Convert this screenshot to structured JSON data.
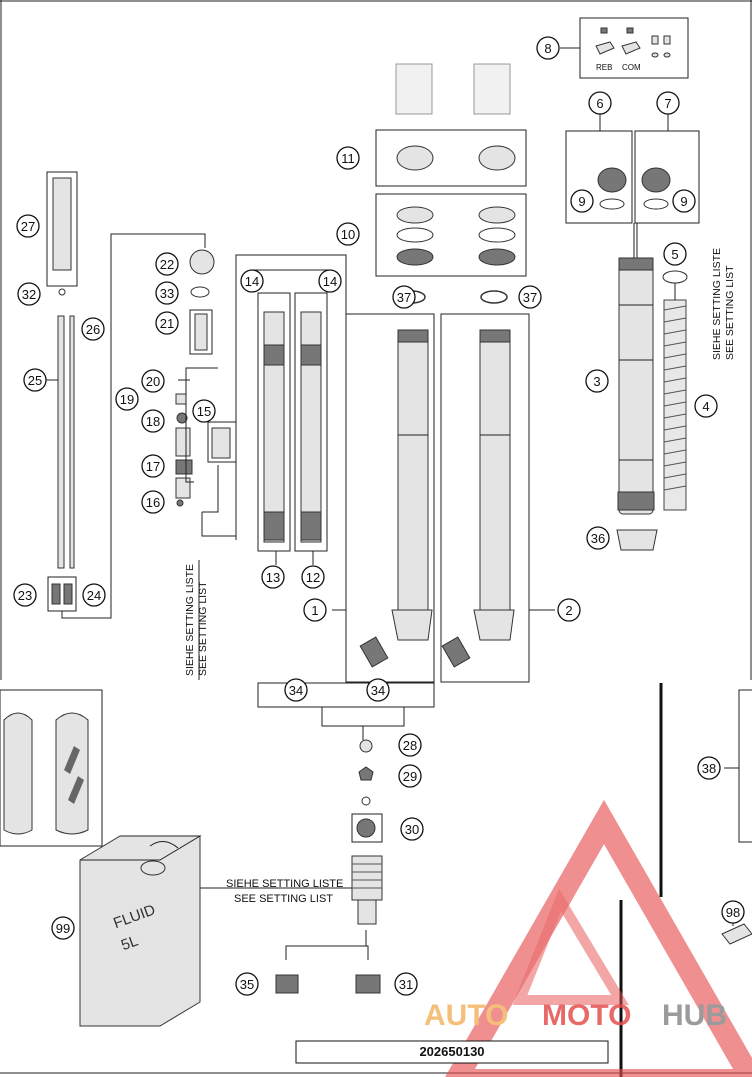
{
  "callouts": [
    {
      "label": "1"
    },
    {
      "label": "2"
    },
    {
      "label": "3"
    },
    {
      "label": "4"
    },
    {
      "label": "5"
    },
    {
      "label": "6"
    },
    {
      "label": "7"
    },
    {
      "label": "8"
    },
    {
      "label": "9"
    },
    {
      "label": "9"
    },
    {
      "label": "10"
    },
    {
      "label": "11"
    },
    {
      "label": "12"
    },
    {
      "label": "13"
    },
    {
      "label": "14"
    },
    {
      "label": "14"
    },
    {
      "label": "15"
    },
    {
      "label": "16"
    },
    {
      "label": "17"
    },
    {
      "label": "18"
    },
    {
      "label": "19"
    },
    {
      "label": "20"
    },
    {
      "label": "21"
    },
    {
      "label": "22"
    },
    {
      "label": "23"
    },
    {
      "label": "24"
    },
    {
      "label": "25"
    },
    {
      "label": "26"
    },
    {
      "label": "27"
    },
    {
      "label": "28"
    },
    {
      "label": "29"
    },
    {
      "label": "30"
    },
    {
      "label": "31"
    },
    {
      "label": "32"
    },
    {
      "label": "33"
    },
    {
      "label": "34"
    },
    {
      "label": "34"
    },
    {
      "label": "35"
    },
    {
      "label": "36"
    },
    {
      "label": "37"
    },
    {
      "label": "37"
    },
    {
      "label": "38"
    },
    {
      "label": "98"
    },
    {
      "label": "99"
    }
  ],
  "texts": {
    "reb": "REB",
    "com": "COM",
    "setting_de": "SIEHE SETTING LISTE",
    "setting_en": "SEE SETTING LIST",
    "fluid": "FLUID",
    "fluid_volume": "5L",
    "drawing_number": "202650130",
    "watermark_auto": "AUTO",
    "watermark_moto": "MOTO",
    "watermark_hub": "HUB"
  },
  "colors": {
    "watermark_red": "#e65050",
    "watermark_orange": "#f3b463",
    "watermark_gray": "#8a8a8a",
    "line": "#222222"
  }
}
